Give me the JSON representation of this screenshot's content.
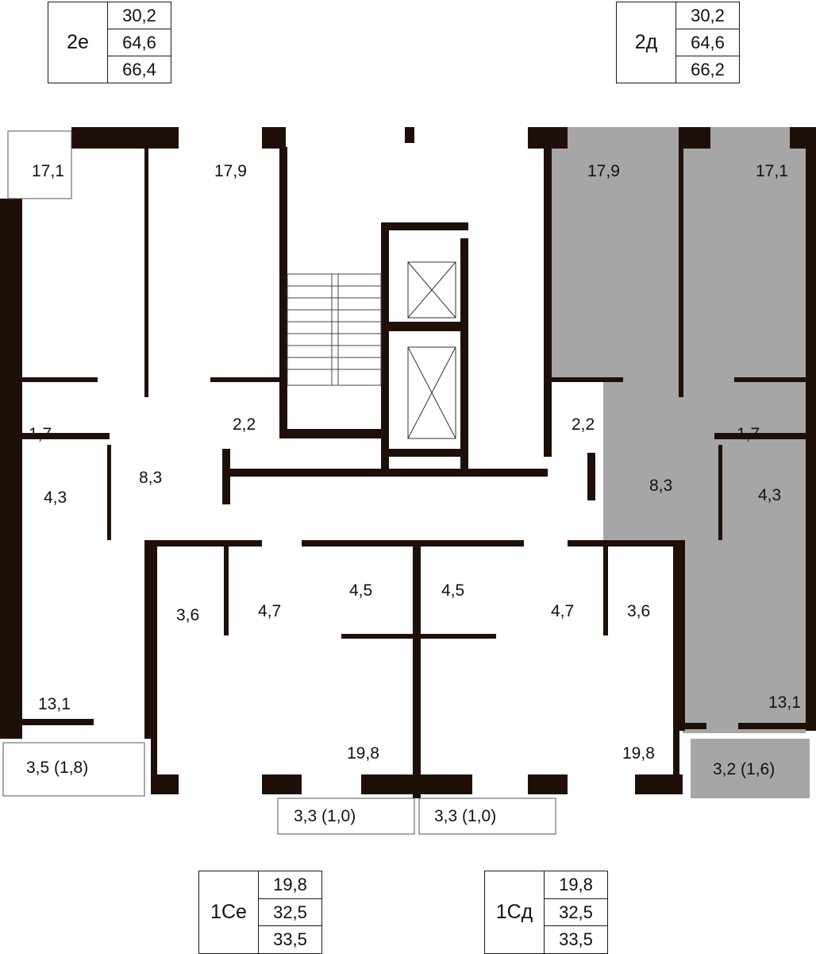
{
  "apartments": [
    {
      "name": "2е",
      "areas": [
        "30,2",
        "64,6",
        "66,4"
      ]
    },
    {
      "name": "2д",
      "areas": [
        "30,2",
        "64,6",
        "66,2"
      ]
    },
    {
      "name": "1Се",
      "areas": [
        "19,8",
        "32,5",
        "33,5"
      ]
    },
    {
      "name": "1Сд",
      "areas": [
        "19,8",
        "32,5",
        "33,5"
      ]
    }
  ],
  "rooms": {
    "left_room_1": "17,1",
    "left_room_2": "17,9",
    "left_wc": "1,7",
    "left_bath": "4,3",
    "left_hall": "8,3",
    "left_storage": "2,2",
    "left_living": "13,1",
    "left_balcony": "3,5 (1,8)",
    "right_room_1": "17,9",
    "right_room_2": "17,1",
    "right_storage": "2,2",
    "right_wc": "1,7",
    "right_hall": "8,3",
    "right_bath": "4,3",
    "right_living": "13,1",
    "right_balcony": "3,2 (1,6)",
    "studio_e_closet": "3,6",
    "studio_e_hall": "4,7",
    "studio_e_bath": "4,5",
    "studio_e_main": "19,8",
    "studio_e_balcony": "3,3 (1,0)",
    "studio_d_bath": "4,5",
    "studio_d_hall": "4,7",
    "studio_d_closet": "3,6",
    "studio_d_main": "19,8",
    "studio_d_balcony": "3,3 (1,0)"
  },
  "colors": {
    "wall": "#1e1008",
    "highlight": "#a6a6a6"
  }
}
